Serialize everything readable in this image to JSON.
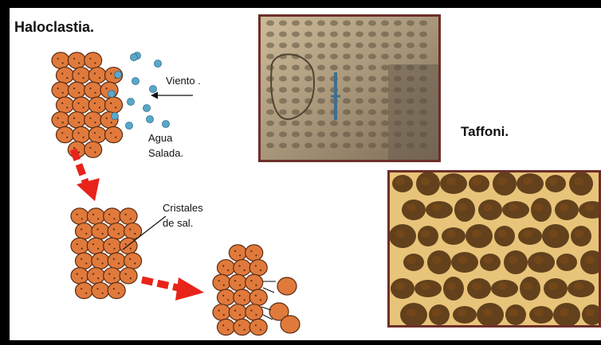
{
  "slide": {
    "title": "Haloclastia.",
    "labels": {
      "wind": "Viento .",
      "salt_water_line1": "Agua",
      "salt_water_line2": "Salada.",
      "crystals_line1": "Cristales",
      "crystals_line2": "de sal.",
      "taffoni": "Taffoni."
    }
  },
  "colors": {
    "grain_fill": "#e07a3c",
    "grain_stroke": "#5a2a10",
    "arrow_red": "#e8231a",
    "drop_blue": "#5ba7c9",
    "photo_border": "#6e2f2a",
    "frame": "#000000"
  },
  "photos": [
    {
      "name": "weathered-rock-photo",
      "subject": "honeycomb weathered rock wall"
    },
    {
      "name": "taffoni-photo",
      "subject": "taffoni cavities close-up"
    }
  ]
}
